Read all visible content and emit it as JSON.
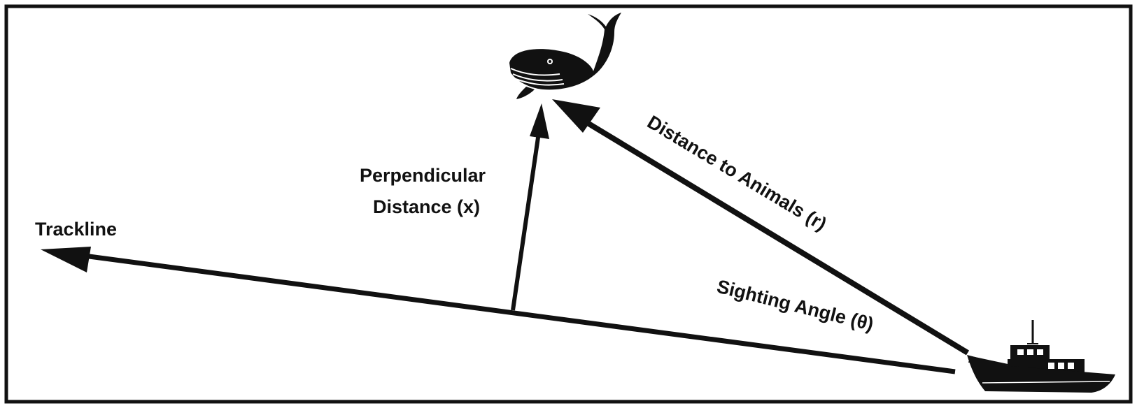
{
  "labels": {
    "trackline": "Trackline",
    "perpendicular_line1": "Perpendicular",
    "perpendicular_line2": "Distance (x)",
    "distance_to_animals": "Distance to Animals (r)",
    "sighting_angle": "Sighting Angle (θ)"
  },
  "icons": {
    "animal": "whale-icon",
    "observer": "boat-icon"
  },
  "colors": {
    "ink": "#111111",
    "background": "#ffffff"
  }
}
